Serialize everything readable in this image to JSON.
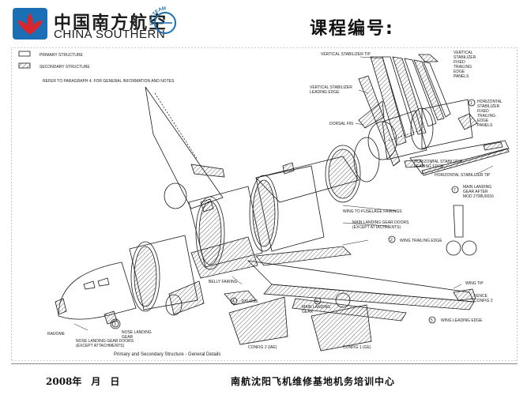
{
  "header": {
    "company_cn": "中国南方航空",
    "company_en": "CHINA SOUTHERN",
    "alliance": "SKYTEAM",
    "course_number_label": "课程编号:"
  },
  "diagram": {
    "legend": {
      "primary": "PRIMARY STRUCTURE",
      "secondary": "SECONDARY STRUCTURE",
      "note": "REFER TO PARAGRAPH 4. FOR GENERAL INFORMATION AND NOTES"
    },
    "labels": {
      "vert_stab_tip": "VERTICAL STABILIZER TIP",
      "vert_stab_fixed_te_1": "VERTICAL",
      "vert_stab_fixed_te_2": "STABILIZER",
      "vert_stab_fixed_te_3": "FIXED",
      "vert_stab_fixed_te_4": "TRAILING",
      "vert_stab_fixed_te_5": "EDGE",
      "vert_stab_fixed_te_6": "PANELS",
      "vert_stab_le_1": "VERTICAL STABILIZER",
      "vert_stab_le_2": "LEADING EDGE",
      "horiz_stab_fixed_te_1": "HORIZONTAL",
      "horiz_stab_fixed_te_2": "STABILIZER",
      "horiz_stab_fixed_te_3": "FIXED",
      "horiz_stab_fixed_te_4": "TRAILING",
      "horiz_stab_fixed_te_5": "EDGE",
      "horiz_stab_fixed_te_6": "PANELS",
      "dorsal_fin": "DORSAL FIN",
      "horiz_stab_le_1": "HORIZONTAL STABILIZER",
      "horiz_stab_le_2": "LEADING EDGE",
      "horiz_stab_tip": "HORIZONTAL STABILIZER TIP",
      "mlg_after_1": "MAIN LANDING",
      "mlg_after_2": "GEAR AFTER",
      "mlg_after_3": "MOD 2708U0016",
      "wing_fuse_fairings": "WING TO FUSELAGE FAIRINGS",
      "mlg_doors_1": "MAIN LANDING GEAR DOORS",
      "mlg_doors_2": "(EXCEPT ATTACHMENTS)",
      "wing_te": "WING TRAILING EDGE",
      "belly_fairing": "BELLY FAIRING",
      "wing_tip": "WING TIP",
      "fence_1": "FENCE",
      "fence_2": "CONFIG 2",
      "pylons": "PYLONS",
      "mlg_1": "MAIN LANDING",
      "mlg_2": "GEAR",
      "wing_le": "WING LEADING EDGE",
      "radome": "RADOME",
      "nlg_1": "NOSE LANDING",
      "nlg_2": "GEAR",
      "nlg_doors_1": "NOSE LANDING GEAR DOORS",
      "nlg_doors_2": "(EXCEPT ATTACHMENTS)",
      "config2": "CONFIG 2 (IAE)",
      "config1": "CONFIG 1 (GE)",
      "caption": "Primary and Secondary Structure - General Details"
    },
    "callouts": [
      "1",
      "7",
      "2",
      "4",
      "6",
      "5",
      "3"
    ]
  },
  "footer": {
    "date": "2008年　月　日",
    "organization": "南航沈阳飞机维修基地机务培训中心"
  },
  "colors": {
    "brand_blue": "#1b6fb4",
    "brand_red": "#d8262f",
    "line": "#1a1a1a"
  }
}
